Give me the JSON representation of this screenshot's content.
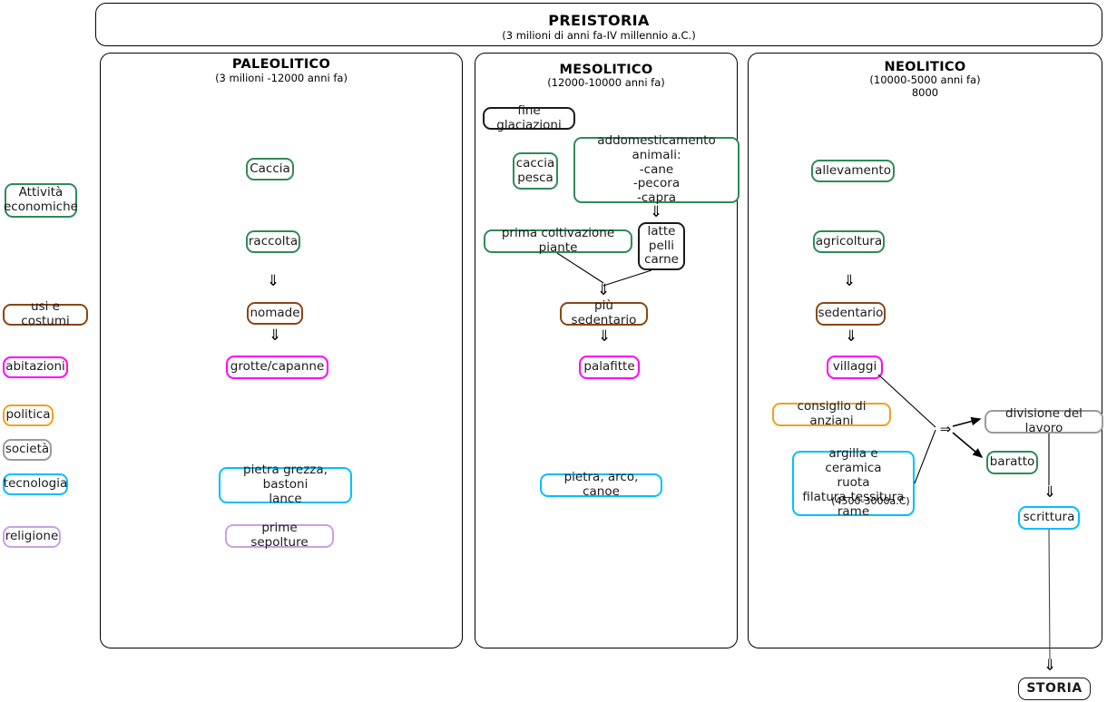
{
  "header": {
    "title": "PREISTORIA",
    "subtitle": "(3 milioni di anni fa-IV millennio a.C.)"
  },
  "sidebar": {
    "items": [
      {
        "label": "Attività\neconomiche",
        "color": "#2e8b57"
      },
      {
        "label": "usi e costumi",
        "color": "#8b4513"
      },
      {
        "label": "abitazioni",
        "color": "#ff00ff"
      },
      {
        "label": "politica",
        "color": "#f0a11e"
      },
      {
        "label": "società",
        "color": "#9a9a9a"
      },
      {
        "label": "tecnologia",
        "color": "#00bfff"
      },
      {
        "label": "religione",
        "color": "#c9a0e8"
      }
    ]
  },
  "columns": [
    {
      "key": "paleolitico",
      "title": "PALEOLITICO",
      "subtitle": "(3 milioni -12000 anni fa)",
      "nodes": {
        "caccia": "Caccia",
        "raccolta": "raccolta",
        "nomade": "nomade",
        "grotte": "grotte/capanne",
        "tecnologia": "pietra grezza, bastoni\nlance",
        "religione": "prime sepolture"
      }
    },
    {
      "key": "mesolitico",
      "title": "MESOLITICO",
      "subtitle": "(12000-10000 anni fa)",
      "nodes": {
        "fine_glaciazioni": "fine glaciazioni",
        "caccia_pesca": "caccia\npesca",
        "addomesticamento": "addomesticamento animali:\n-cane\n-pecora\n-capra",
        "prima_coltivazione": "prima coltivazione piante",
        "latte": "latte\npelli\ncarne",
        "piu_sedentario": "più sedentario",
        "palafitte": "palafitte",
        "tecnologia": "pietra, arco, canoe"
      }
    },
    {
      "key": "neolitico",
      "title": "NEOLITICO",
      "subtitle": "(10000-5000 anni fa)\n8000",
      "nodes": {
        "allevamento": "allevamento",
        "agricoltura": "agricoltura",
        "sedentario": "sedentario",
        "villaggi": "villaggi",
        "consiglio": "consiglio di anziani",
        "tecnologia_main": "argilla e ceramica\nruota\nfilatura-tessitura\nrame ",
        "tecnologia_note": "(4500-3000a.C)",
        "divisione": "divisione del lavoro",
        "baratto": "baratto",
        "scrittura": "scrittura"
      }
    }
  ],
  "footer": {
    "storia": "STORIA"
  },
  "glyphs": {
    "down_double_arrow": "⇓",
    "right_double_arrow": "⇒"
  }
}
